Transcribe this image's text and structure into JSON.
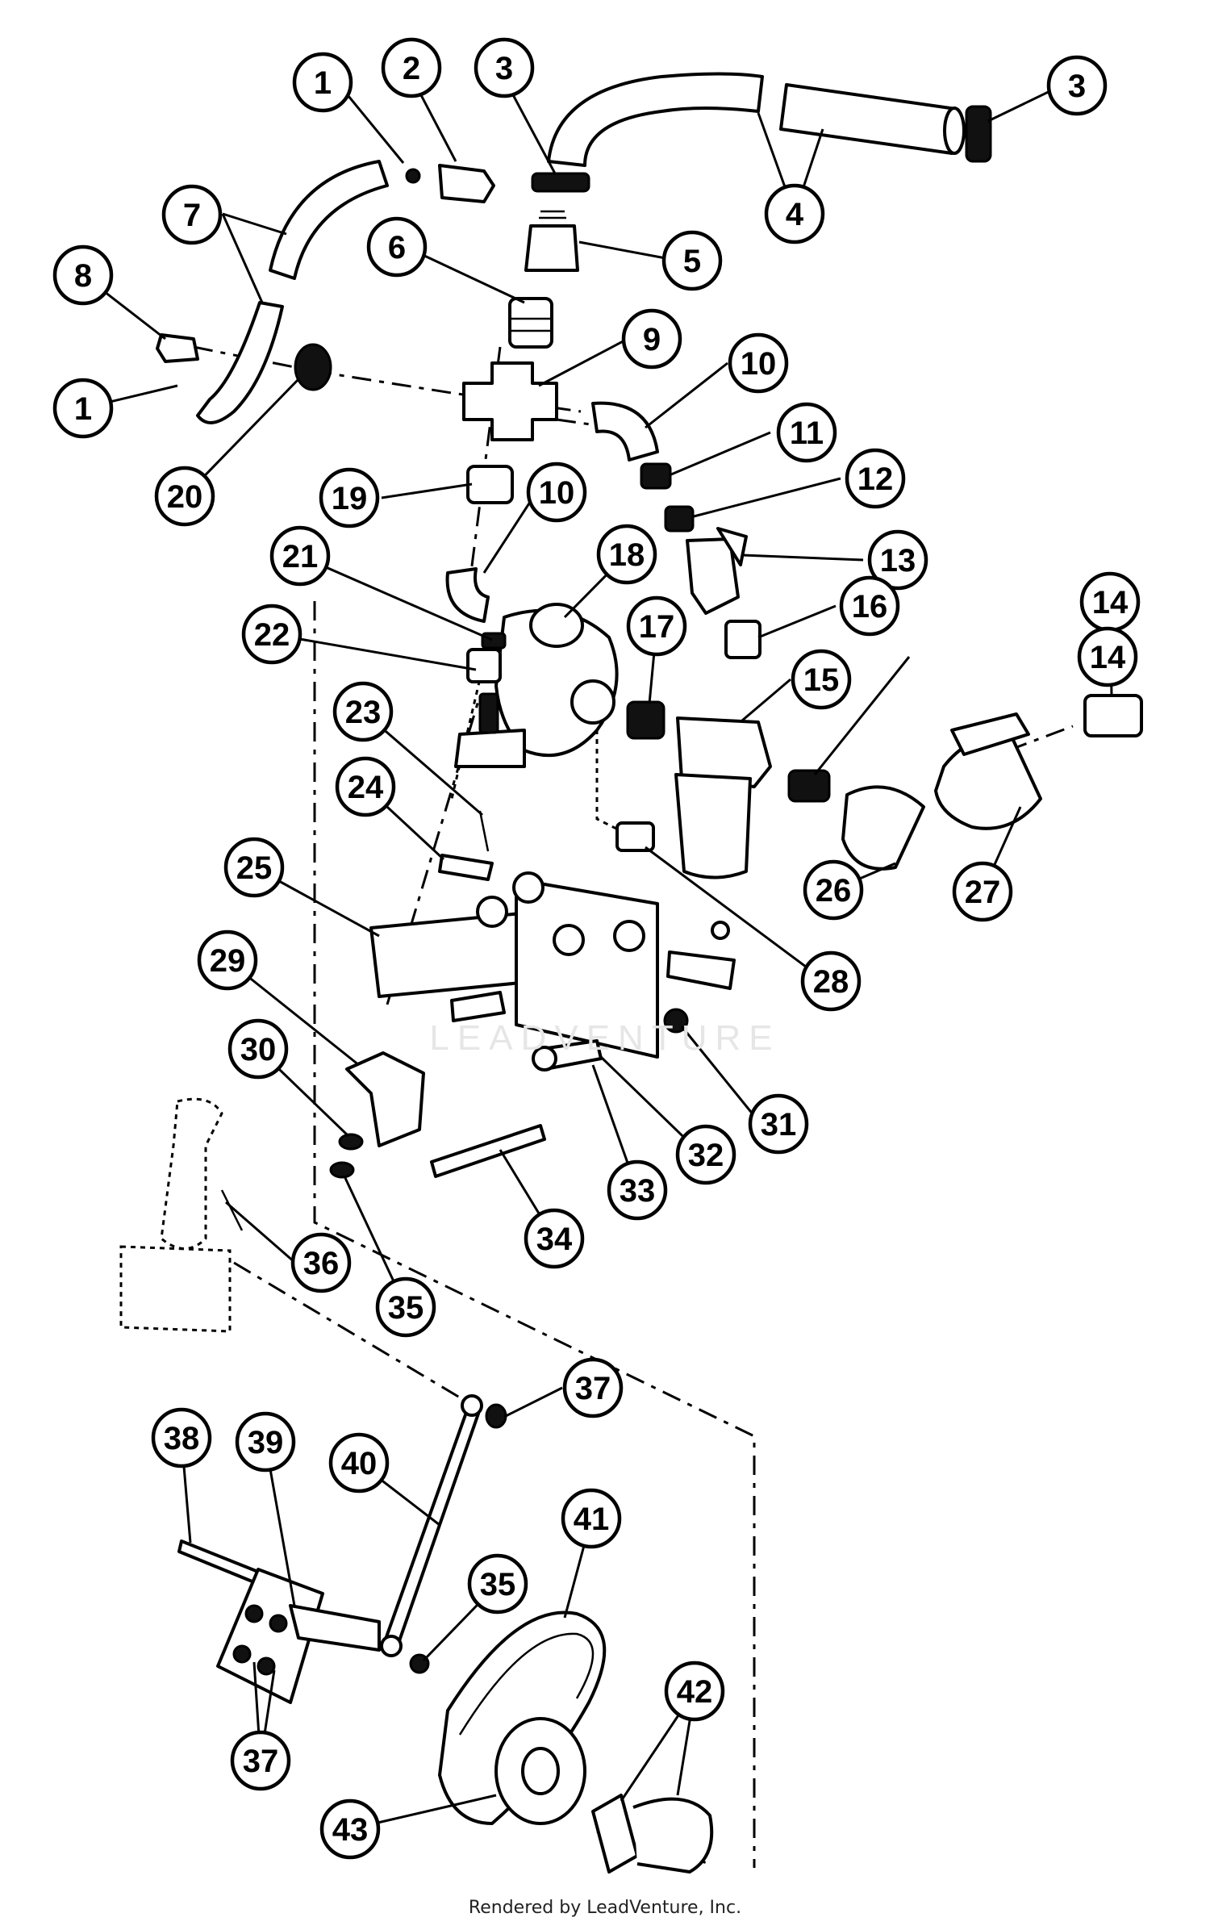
{
  "watermark": "LEADVENTURE",
  "footer": {
    "credit": "Rendered by LeadVenture, Inc."
  },
  "callouts": [
    {
      "label": "1"
    },
    {
      "label": "2"
    },
    {
      "label": "3"
    },
    {
      "label": "3"
    },
    {
      "label": "4"
    },
    {
      "label": "5"
    },
    {
      "label": "6"
    },
    {
      "label": "7"
    },
    {
      "label": "8"
    },
    {
      "label": "1"
    },
    {
      "label": "9"
    },
    {
      "label": "10"
    },
    {
      "label": "11"
    },
    {
      "label": "12"
    },
    {
      "label": "20"
    },
    {
      "label": "19"
    },
    {
      "label": "10"
    },
    {
      "label": "13"
    },
    {
      "label": "21"
    },
    {
      "label": "18"
    },
    {
      "label": "16"
    },
    {
      "label": "14"
    },
    {
      "label": "22"
    },
    {
      "label": "17"
    },
    {
      "label": "15"
    },
    {
      "label": "14"
    },
    {
      "label": "23"
    },
    {
      "label": "24"
    },
    {
      "label": "25"
    },
    {
      "label": "26"
    },
    {
      "label": "27"
    },
    {
      "label": "29"
    },
    {
      "label": "28"
    },
    {
      "label": "30"
    },
    {
      "label": "31"
    },
    {
      "label": "32"
    },
    {
      "label": "33"
    },
    {
      "label": "34"
    },
    {
      "label": "36"
    },
    {
      "label": "35"
    },
    {
      "label": "37"
    },
    {
      "label": "38"
    },
    {
      "label": "39"
    },
    {
      "label": "40"
    },
    {
      "label": "41"
    },
    {
      "label": "35"
    },
    {
      "label": "42"
    },
    {
      "label": "37"
    },
    {
      "label": "43"
    }
  ]
}
